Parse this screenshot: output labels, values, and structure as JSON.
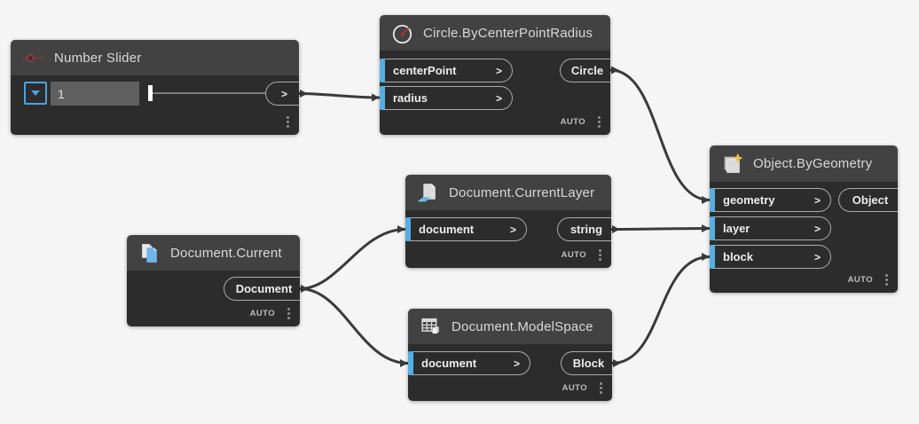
{
  "canvas": {
    "background": "#f5f5f6"
  },
  "shared": {
    "auto_label": "AUTO",
    "port_chevron": ">"
  },
  "colors": {
    "node_header": "#424242",
    "node_body": "#2c2c2c",
    "input_tab_blue": "#57aee0",
    "port_border": "#ababab",
    "wire": "#3a3a3a",
    "slider_accent_blue": "#4ba3e3",
    "slider_icon_red": "#7a3b3b",
    "star_yellow": "#f2c14e"
  },
  "nodes": {
    "number_slider": {
      "title": "Number Slider",
      "icon": "slider-icon",
      "value": "1",
      "output_label": ">"
    },
    "circle": {
      "title": "Circle.ByCenterPointRadius",
      "icon": "circle-radius-icon",
      "inputs": [
        "centerPoint",
        "radius"
      ],
      "output": "Circle",
      "lacing": "AUTO"
    },
    "current_layer": {
      "title": "Document.CurrentLayer",
      "icon": "document-layer-icon",
      "inputs": [
        "document"
      ],
      "output": "string",
      "lacing": "AUTO"
    },
    "current": {
      "title": "Document.Current",
      "icon": "documents-icon",
      "output": "Document",
      "lacing": "AUTO"
    },
    "model_space": {
      "title": "Document.ModelSpace",
      "icon": "table-cube-icon",
      "inputs": [
        "document"
      ],
      "output": "Block",
      "lacing": "AUTO"
    },
    "by_geometry": {
      "title": "Object.ByGeometry",
      "icon": "sheets-star-icon",
      "inputs": [
        "geometry",
        "layer",
        "block"
      ],
      "output": "Object",
      "lacing": "AUTO"
    }
  },
  "connections": [
    {
      "from": "Number Slider.output",
      "to": "Circle.ByCenterPointRadius.radius"
    },
    {
      "from": "Circle.ByCenterPointRadius.Circle",
      "to": "Object.ByGeometry.geometry"
    },
    {
      "from": "Document.Current.Document",
      "to": "Document.CurrentLayer.document"
    },
    {
      "from": "Document.Current.Document",
      "to": "Document.ModelSpace.document"
    },
    {
      "from": "Document.CurrentLayer.string",
      "to": "Object.ByGeometry.layer"
    },
    {
      "from": "Document.ModelSpace.Block",
      "to": "Object.ByGeometry.block"
    }
  ]
}
